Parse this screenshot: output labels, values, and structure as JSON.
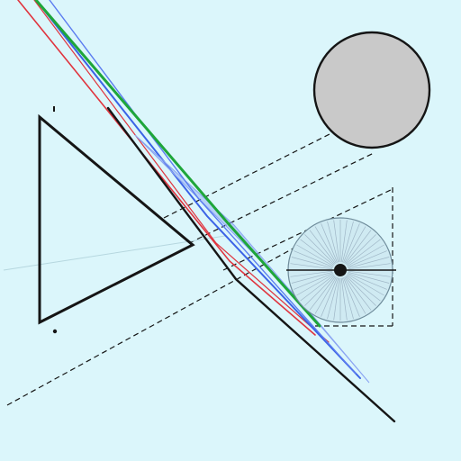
{
  "colors": {
    "background": "#dbf6fb",
    "ink": "#151515",
    "ray_red": "#e0343e",
    "ray_green": "#1ea63a",
    "ray_blue": "#3b63e6",
    "ray_light_blue": "#8aa3f2",
    "sphere_fill": "#c9c9c9",
    "lens_fill": "#cfeaf2",
    "lens_spokes": "#9fb6c6"
  },
  "figure": {
    "shapes": [
      "triangle",
      "straight-edge",
      "gray-sphere",
      "ringed-disc",
      "colored-rays",
      "dashed-construction-lines",
      "tick-marks"
    ]
  }
}
